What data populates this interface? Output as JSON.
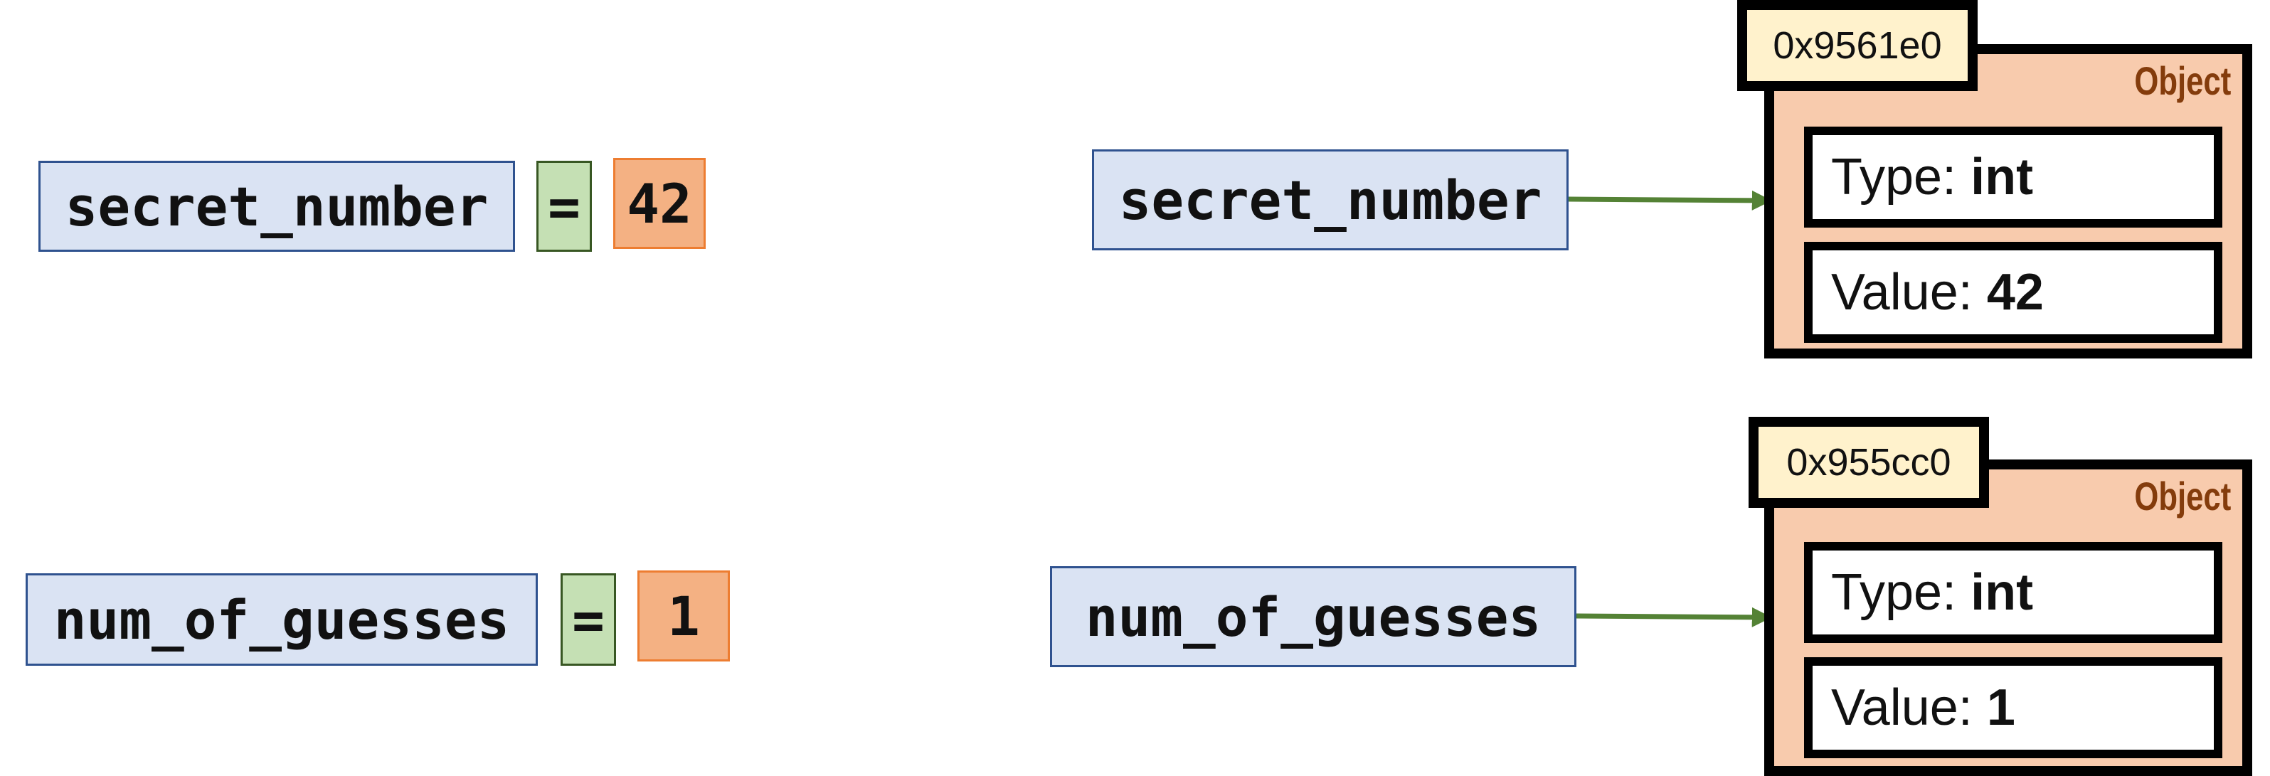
{
  "assignments": [
    {
      "variable": "secret_number",
      "operator": "=",
      "value": "42"
    },
    {
      "variable": "num_of_guesses",
      "operator": "=",
      "value": "1"
    }
  ],
  "objects": [
    {
      "variable": "secret_number",
      "address": "0x9561e0",
      "title": "Object",
      "type_label": "Type: ",
      "type_value": "int",
      "value_label": "Value: ",
      "value_value": "42"
    },
    {
      "variable": "num_of_guesses",
      "address": "0x955cc0",
      "title": "Object",
      "type_label": "Type: ",
      "type_value": "int",
      "value_label": "Value: ",
      "value_value": "1"
    }
  ],
  "colors": {
    "variable_fill": "#dae3f3",
    "operator_fill": "#c5e0b4",
    "value_fill": "#f4b183",
    "object_fill": "#f8cbad",
    "address_fill": "#fff2cc",
    "object_title": "#843c0c",
    "arrow": "#548235"
  }
}
